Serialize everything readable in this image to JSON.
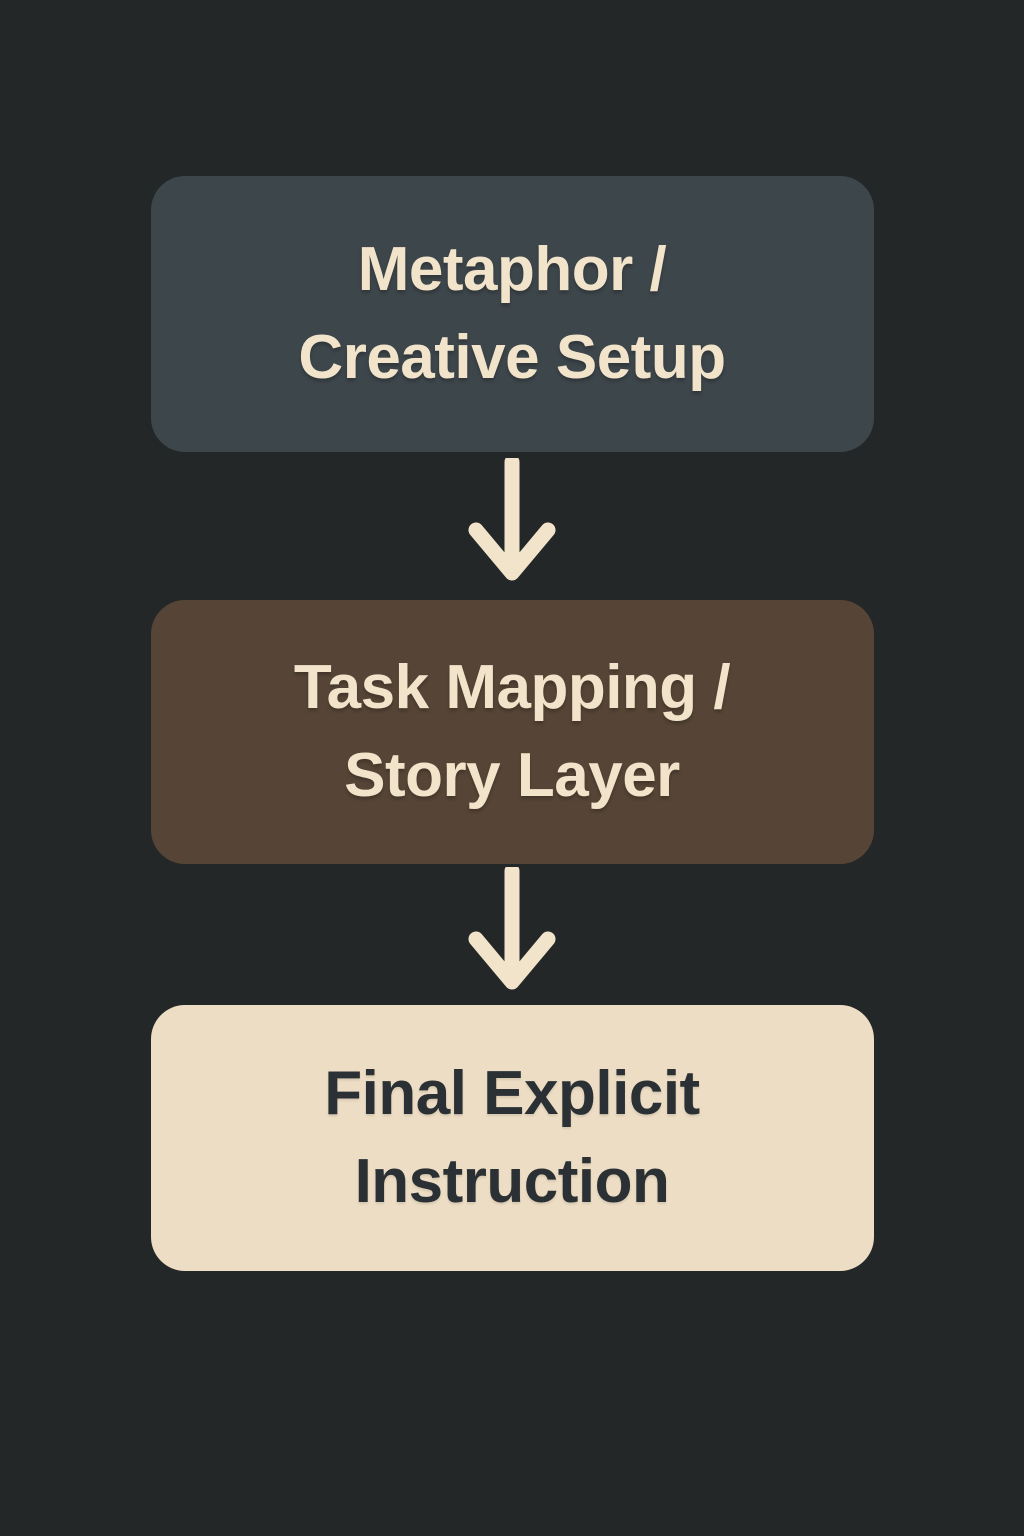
{
  "diagram": {
    "type": "flowchart",
    "direction": "top-down",
    "nodes": [
      {
        "id": "metaphor-creative-setup",
        "line1": "Metaphor /",
        "line2": "Creative Setup"
      },
      {
        "id": "task-mapping-story-layer",
        "line1": "Task Mapping /",
        "line2": "Story Layer"
      },
      {
        "id": "final-explicit-instruction",
        "line1": "Final Explicit",
        "line2": "Instruction"
      }
    ],
    "edges": [
      {
        "from": "metaphor-creative-setup",
        "to": "task-mapping-story-layer",
        "icon": "arrow-down-icon"
      },
      {
        "from": "task-mapping-story-layer",
        "to": "final-explicit-instruction",
        "icon": "arrow-down-icon"
      }
    ]
  },
  "colors": {
    "background": "#232728",
    "node1_bg": "#3d464b",
    "node2_bg": "#564536",
    "node3_bg": "#edddc4",
    "light_text": "#f2e4ca",
    "dark_text": "#2a3034",
    "arrow": "#f2e4ca"
  }
}
